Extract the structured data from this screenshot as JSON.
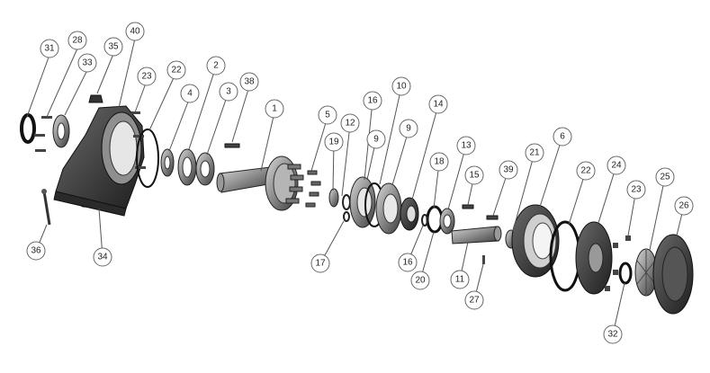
{
  "figure": {
    "type": "exploded-parts-diagram",
    "colors": {
      "background": "#ffffff",
      "metal_dark": "#2e2e2e",
      "metal_mid": "#6f6f6f",
      "metal_light": "#bdbdbd",
      "callout_stroke": "#666666",
      "leader": "#555555"
    }
  },
  "callouts": [
    {
      "label": "31"
    },
    {
      "label": "28"
    },
    {
      "label": "33"
    },
    {
      "label": "35"
    },
    {
      "label": "40"
    },
    {
      "label": "23"
    },
    {
      "label": "22"
    },
    {
      "label": "2"
    },
    {
      "label": "4"
    },
    {
      "label": "3"
    },
    {
      "label": "38"
    },
    {
      "label": "1"
    },
    {
      "label": "5"
    },
    {
      "label": "12"
    },
    {
      "label": "19"
    },
    {
      "label": "16"
    },
    {
      "label": "10"
    },
    {
      "label": "9"
    },
    {
      "label": "9"
    },
    {
      "label": "14"
    },
    {
      "label": "13"
    },
    {
      "label": "18"
    },
    {
      "label": "15"
    },
    {
      "label": "39"
    },
    {
      "label": "21"
    },
    {
      "label": "6"
    },
    {
      "label": "22"
    },
    {
      "label": "24"
    },
    {
      "label": "23"
    },
    {
      "label": "25"
    },
    {
      "label": "26"
    },
    {
      "label": "36"
    },
    {
      "label": "34"
    },
    {
      "label": "17"
    },
    {
      "label": "16"
    },
    {
      "label": "20"
    },
    {
      "label": "11"
    },
    {
      "label": "27"
    },
    {
      "label": "32"
    }
  ]
}
